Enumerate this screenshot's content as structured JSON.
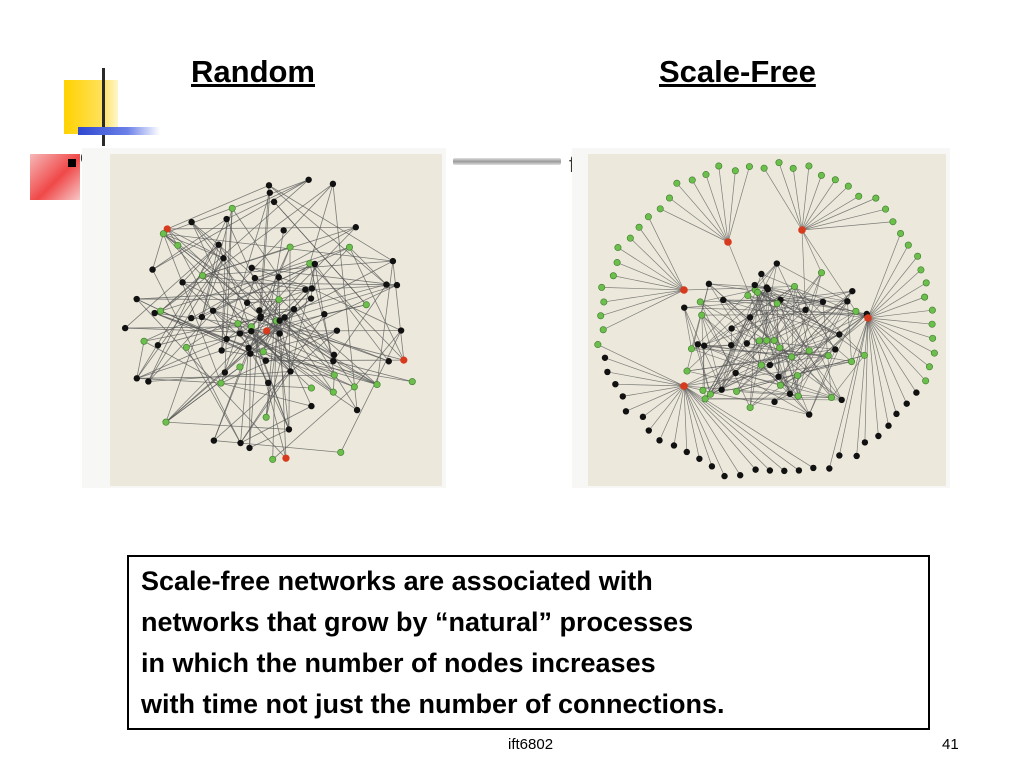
{
  "slide": {
    "heading_left": "Random",
    "heading_right": "Scale-Free",
    "stray_letter_left": "e",
    "stray_letter_right": "f",
    "caption": {
      "lines": [
        "Scale-free networks are associated with",
        "networks that grow by “natural” processes",
        "in which the number of nodes increases",
        "with time not just the number of connections."
      ]
    },
    "footer_center": "ift6802",
    "page_number": "41"
  },
  "colors": {
    "deco_yellow": "#ffd200",
    "deco_blue": "#3c55d8",
    "deco_red": "#f04848",
    "panel_bg": "#ece9dc",
    "hub_node": "#d83a1e",
    "green_node": "#6cbf4c",
    "black_node": "#111111",
    "edge": "#555555"
  },
  "networks": {
    "random": {
      "hub_count": 4,
      "green_count": 28,
      "black_count": 62
    },
    "scale_free": {
      "hub_count": 5,
      "green_count": 78,
      "black_count": 52
    }
  }
}
